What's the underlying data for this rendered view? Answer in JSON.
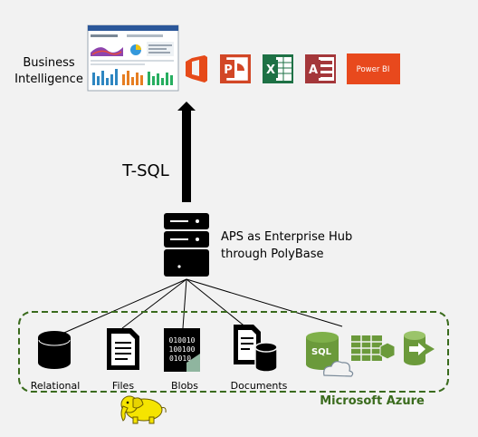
{
  "bi": {
    "label_line1": "Business",
    "label_line2": "Intelligence",
    "apps": [
      {
        "name": "office-icon",
        "color": "#e64a19"
      },
      {
        "name": "powerpoint-icon",
        "color": "#d24726"
      },
      {
        "name": "excel-icon",
        "color": "#1e7145"
      },
      {
        "name": "access-icon",
        "color": "#a4373a"
      },
      {
        "name": "powerbi-icon",
        "color": "#e8491d",
        "text": "Power BI"
      }
    ]
  },
  "query_language": "T-SQL",
  "hub": {
    "line1": "APS as Enterprise Hub",
    "line2": "through PolyBase"
  },
  "sources": {
    "relational": "Relational",
    "files": "Files",
    "blobs": "Blobs",
    "blob_bits": [
      "010010",
      "100100",
      "01010"
    ],
    "documents": "Documents",
    "sql_text": "SQL"
  },
  "cloud_label": "Microsoft Azure",
  "colors": {
    "background": "#f2f2f2",
    "azure_green": "#3a6b1d",
    "azure_icon_green": "#6b9a3b",
    "hadoop_yellow": "#f5e400"
  }
}
